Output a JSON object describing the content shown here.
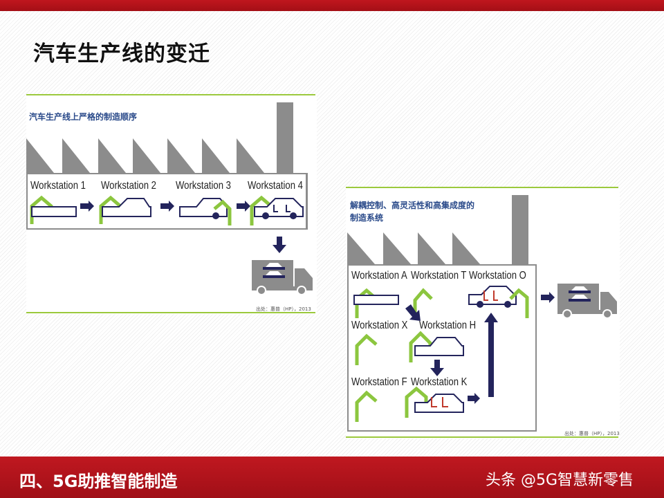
{
  "slide": {
    "title": "汽车生产线的变迁",
    "section": "四、5G助推智能制造",
    "watermark": "头条 @5G智慧新零售"
  },
  "left_diagram": {
    "subtitle": "汽车生产线上严格的制造顺序",
    "workstations": [
      "Workstation 1",
      "Workstation 2",
      "Workstation 3",
      "Workstation 4"
    ],
    "source": "出处：惠普（HP），2013"
  },
  "right_diagram": {
    "subtitle_line1": "解耦控制、高灵活性和高集成度的",
    "subtitle_line2": "制造系统",
    "workstations": [
      "Workstation A",
      "Workstation T",
      "Workstation O",
      "Workstation X",
      "Workstation H",
      "Workstation F",
      "Workstation K"
    ],
    "source": "出处：惠普（HP），2013"
  },
  "colors": {
    "accent_red": "#b5121b",
    "rule_green": "#9bc93c",
    "robot_green": "#8cc63f",
    "arrow_navy": "#23245c",
    "factory_gray": "#8c8c8c",
    "part_red": "#c0392b"
  }
}
